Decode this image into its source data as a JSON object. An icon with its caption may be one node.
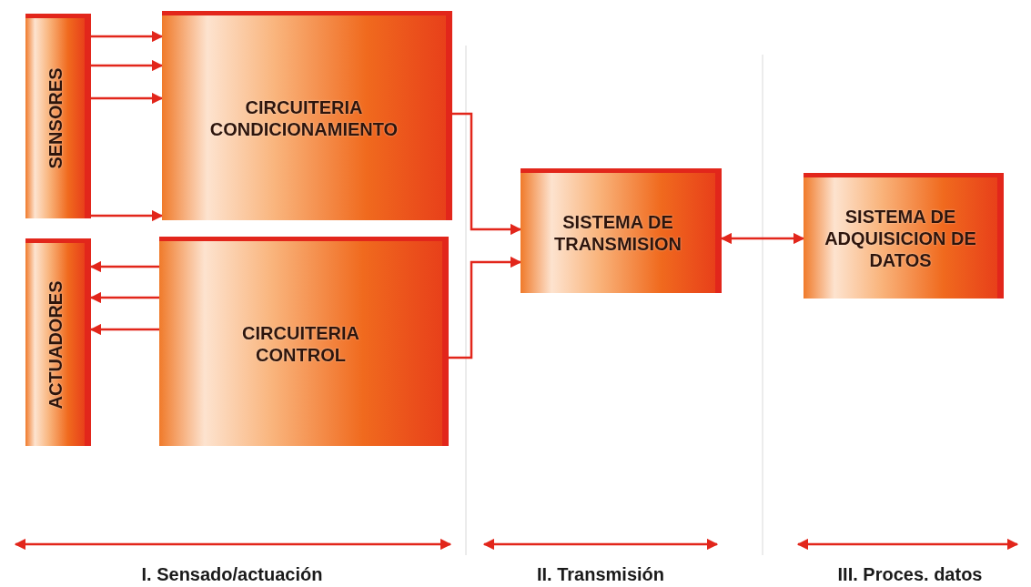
{
  "diagram": {
    "nodes": [
      {
        "text": [
          "SENSORES"
        ]
      },
      {
        "text": [
          "CIRCUITERIA CONDICIONAMIENTO"
        ]
      },
      {
        "text": [
          "ACTUADORES"
        ]
      },
      {
        "text": [
          "CIRCUITERIA CONTROL"
        ]
      },
      {
        "text": [
          "SISTEMA DE TRANSMISION"
        ]
      },
      {
        "text": [
          "SISTEMA DE ADQUISICION DE DATOS"
        ]
      }
    ],
    "edges": [
      {
        "from": 0,
        "to": 1,
        "arrow": "to"
      },
      {
        "from": 0,
        "to": 1,
        "arrow": "to"
      },
      {
        "from": 0,
        "to": 1,
        "arrow": "to"
      },
      {
        "from": 0,
        "to": 1,
        "arrow": "to"
      },
      {
        "from": 3,
        "to": 2,
        "arrow": "to"
      },
      {
        "from": 3,
        "to": 2,
        "arrow": "to"
      },
      {
        "from": 3,
        "to": 2,
        "arrow": "to"
      },
      {
        "from": 1,
        "to": 4,
        "arrow": "to"
      },
      {
        "from": 3,
        "to": 4,
        "arrow": "to"
      },
      {
        "from": 4,
        "to": 5,
        "arrow": "both"
      }
    ],
    "labels": [
      "I. Sensado/actuación",
      "II. Transmisión",
      "III. Proces. datos"
    ]
  }
}
